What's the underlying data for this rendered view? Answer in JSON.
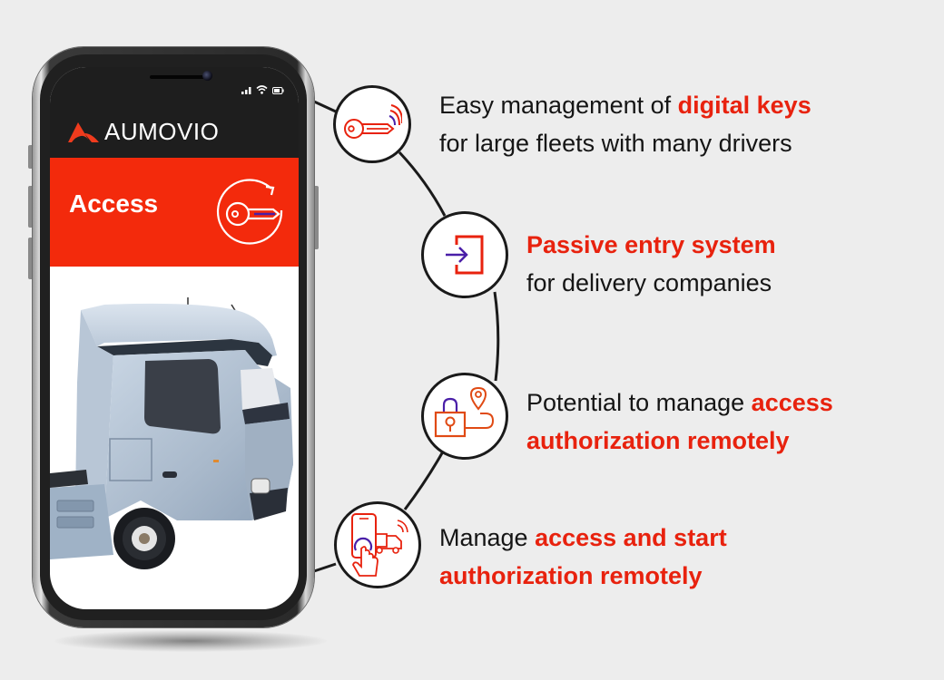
{
  "phone": {
    "status_bar": {
      "icons": [
        "signal-icon",
        "wifi-icon",
        "battery-icon"
      ]
    },
    "app_header": {
      "brand": "AUMOVIO",
      "logo_icon": "aumovio-logo-icon"
    },
    "banner": {
      "title": "Access",
      "icon": "key-rotate-icon",
      "color": "#f32a0c"
    },
    "hero_image": "truck-cab-image"
  },
  "features": [
    {
      "icon": "wireless-key-icon",
      "line1_plain": "Easy management of ",
      "line1_highlight": "digital keys",
      "line2_plain": "for large fleets with many drivers",
      "line2_highlight": ""
    },
    {
      "icon": "passive-entry-icon",
      "line1_plain": "",
      "line1_highlight": "Passive entry system",
      "line2_plain": "for delivery companies",
      "line2_highlight": ""
    },
    {
      "icon": "remote-lock-location-icon",
      "line1_plain": "Potential to manage ",
      "line1_highlight": "access",
      "line2_plain": "",
      "line2_highlight": "authorization remotely"
    },
    {
      "icon": "phone-tap-truck-icon",
      "line1_plain": "Manage ",
      "line1_highlight": "access and start",
      "line2_plain": "",
      "line2_highlight": "authorization remotely"
    }
  ],
  "colors": {
    "accent_red": "#e8220e",
    "accent_purple": "#4a1fa8",
    "background": "#ededed",
    "text": "#151515"
  }
}
